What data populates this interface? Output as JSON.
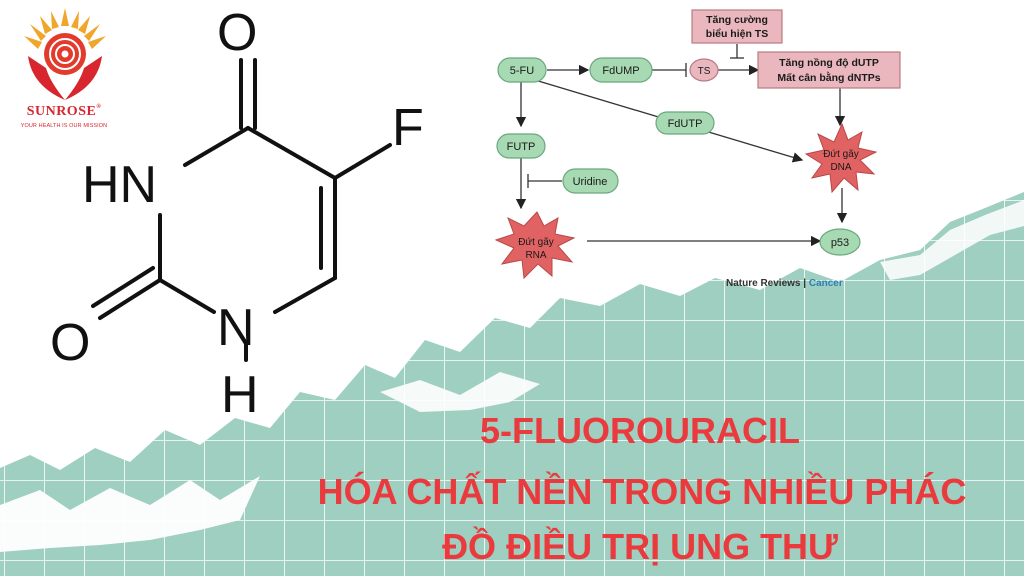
{
  "logo": {
    "brand": "SUNROSE",
    "registered": "®",
    "tagline": "YOUR HEALTH IS OUR MISSION"
  },
  "molecule": {
    "atom_o_top": "O",
    "atom_f": "F",
    "atom_hn": "HN",
    "atom_o_left": "O",
    "atom_n": "N",
    "atom_h": "H"
  },
  "diagram": {
    "nodes": {
      "fu": "5-FU",
      "fdump": "FdUMP",
      "ts": "TS",
      "futp": "FUTP",
      "uridine": "Uridine",
      "fdutp": "FdUTP",
      "p53": "p53"
    },
    "boxes": {
      "ts_up_line1": "Tăng cường",
      "ts_up_line2": "biểu hiện TS",
      "dutp_line1": "Tăng nồng độ dUTP",
      "dutp_line2": "Mất cân bằng dNTPs"
    },
    "stars": {
      "dna_line1": "Đứt gãy",
      "dna_line2": "DNA",
      "rna_line1": "Đứt gãy",
      "rna_line2": "RNA"
    },
    "credit_part1": "Nature Reviews | ",
    "credit_part2": "Cancer"
  },
  "title": {
    "line1": "5-FLUOROURACIL",
    "line2": "HÓA CHẤT NỀN TRONG NHIỀU PHÁC",
    "line3": "ĐỒ ĐIỀU TRỊ UNG THƯ"
  },
  "colors": {
    "title_red": "#ea3a3d",
    "node_green": "#a7d9b2",
    "box_pink": "#e9b7bd",
    "star_red": "#e06262",
    "bg_teal": "#9ecfc0",
    "grid_line": "#ffffff"
  }
}
